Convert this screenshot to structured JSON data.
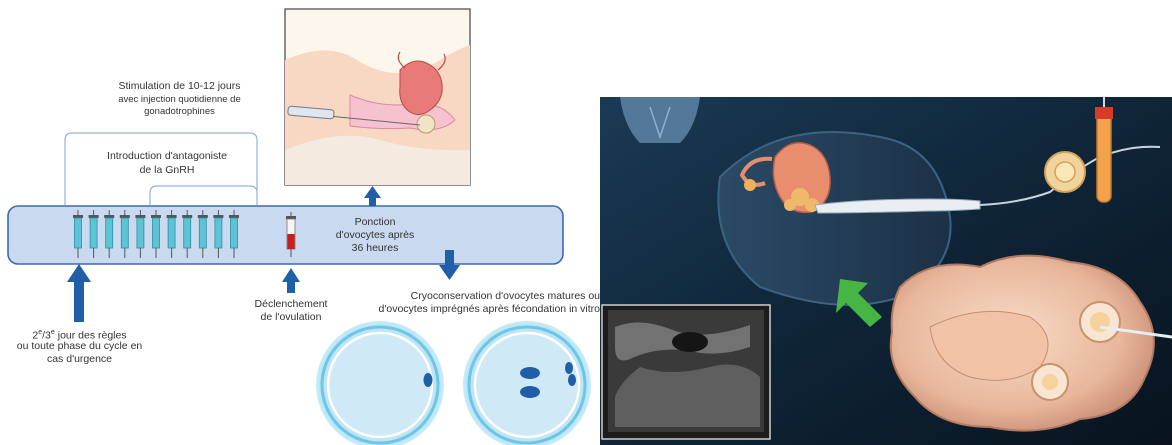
{
  "left_diagram": {
    "stimulation_title": "Stimulation de 10-12 jours",
    "stimulation_sub_1": "avec injection quotidienne de",
    "stimulation_sub_2": "gonadotrophines",
    "antagonist_1": "Introduction d'antagoniste",
    "antagonist_2": "de la GnRH",
    "puncture_1": "Ponction",
    "puncture_2": "d'ovocytes après",
    "puncture_3": "36 heures",
    "cycle_day_sup": "e",
    "cycle_day_1": "jour des règles",
    "cycle_day_2": "ou toute phase du cycle en",
    "cycle_day_3": "cas d'urgence",
    "cycle_day_prefix": "2",
    "cycle_day_mid": "/3",
    "trigger_1": "Déclenchement",
    "trigger_2": "de l'ovulation",
    "cryo_1": "Cryoconservation d'ovocytes matures ou",
    "cryo_2": "d'ovocytes imprégnés après fécondation in vitro",
    "syringe_count": 11
  },
  "colors": {
    "bar_fill": "#c9d9ef",
    "bar_stroke": "#3b6aa8",
    "arrow_blue": "#1f5fa8",
    "syringe_body": "#5fc3d6",
    "trigger_red": "#c81e1e",
    "cell_ring": "#6cc6e8",
    "panel_bg": "#0e2233",
    "green_arrow": "#47b544"
  }
}
